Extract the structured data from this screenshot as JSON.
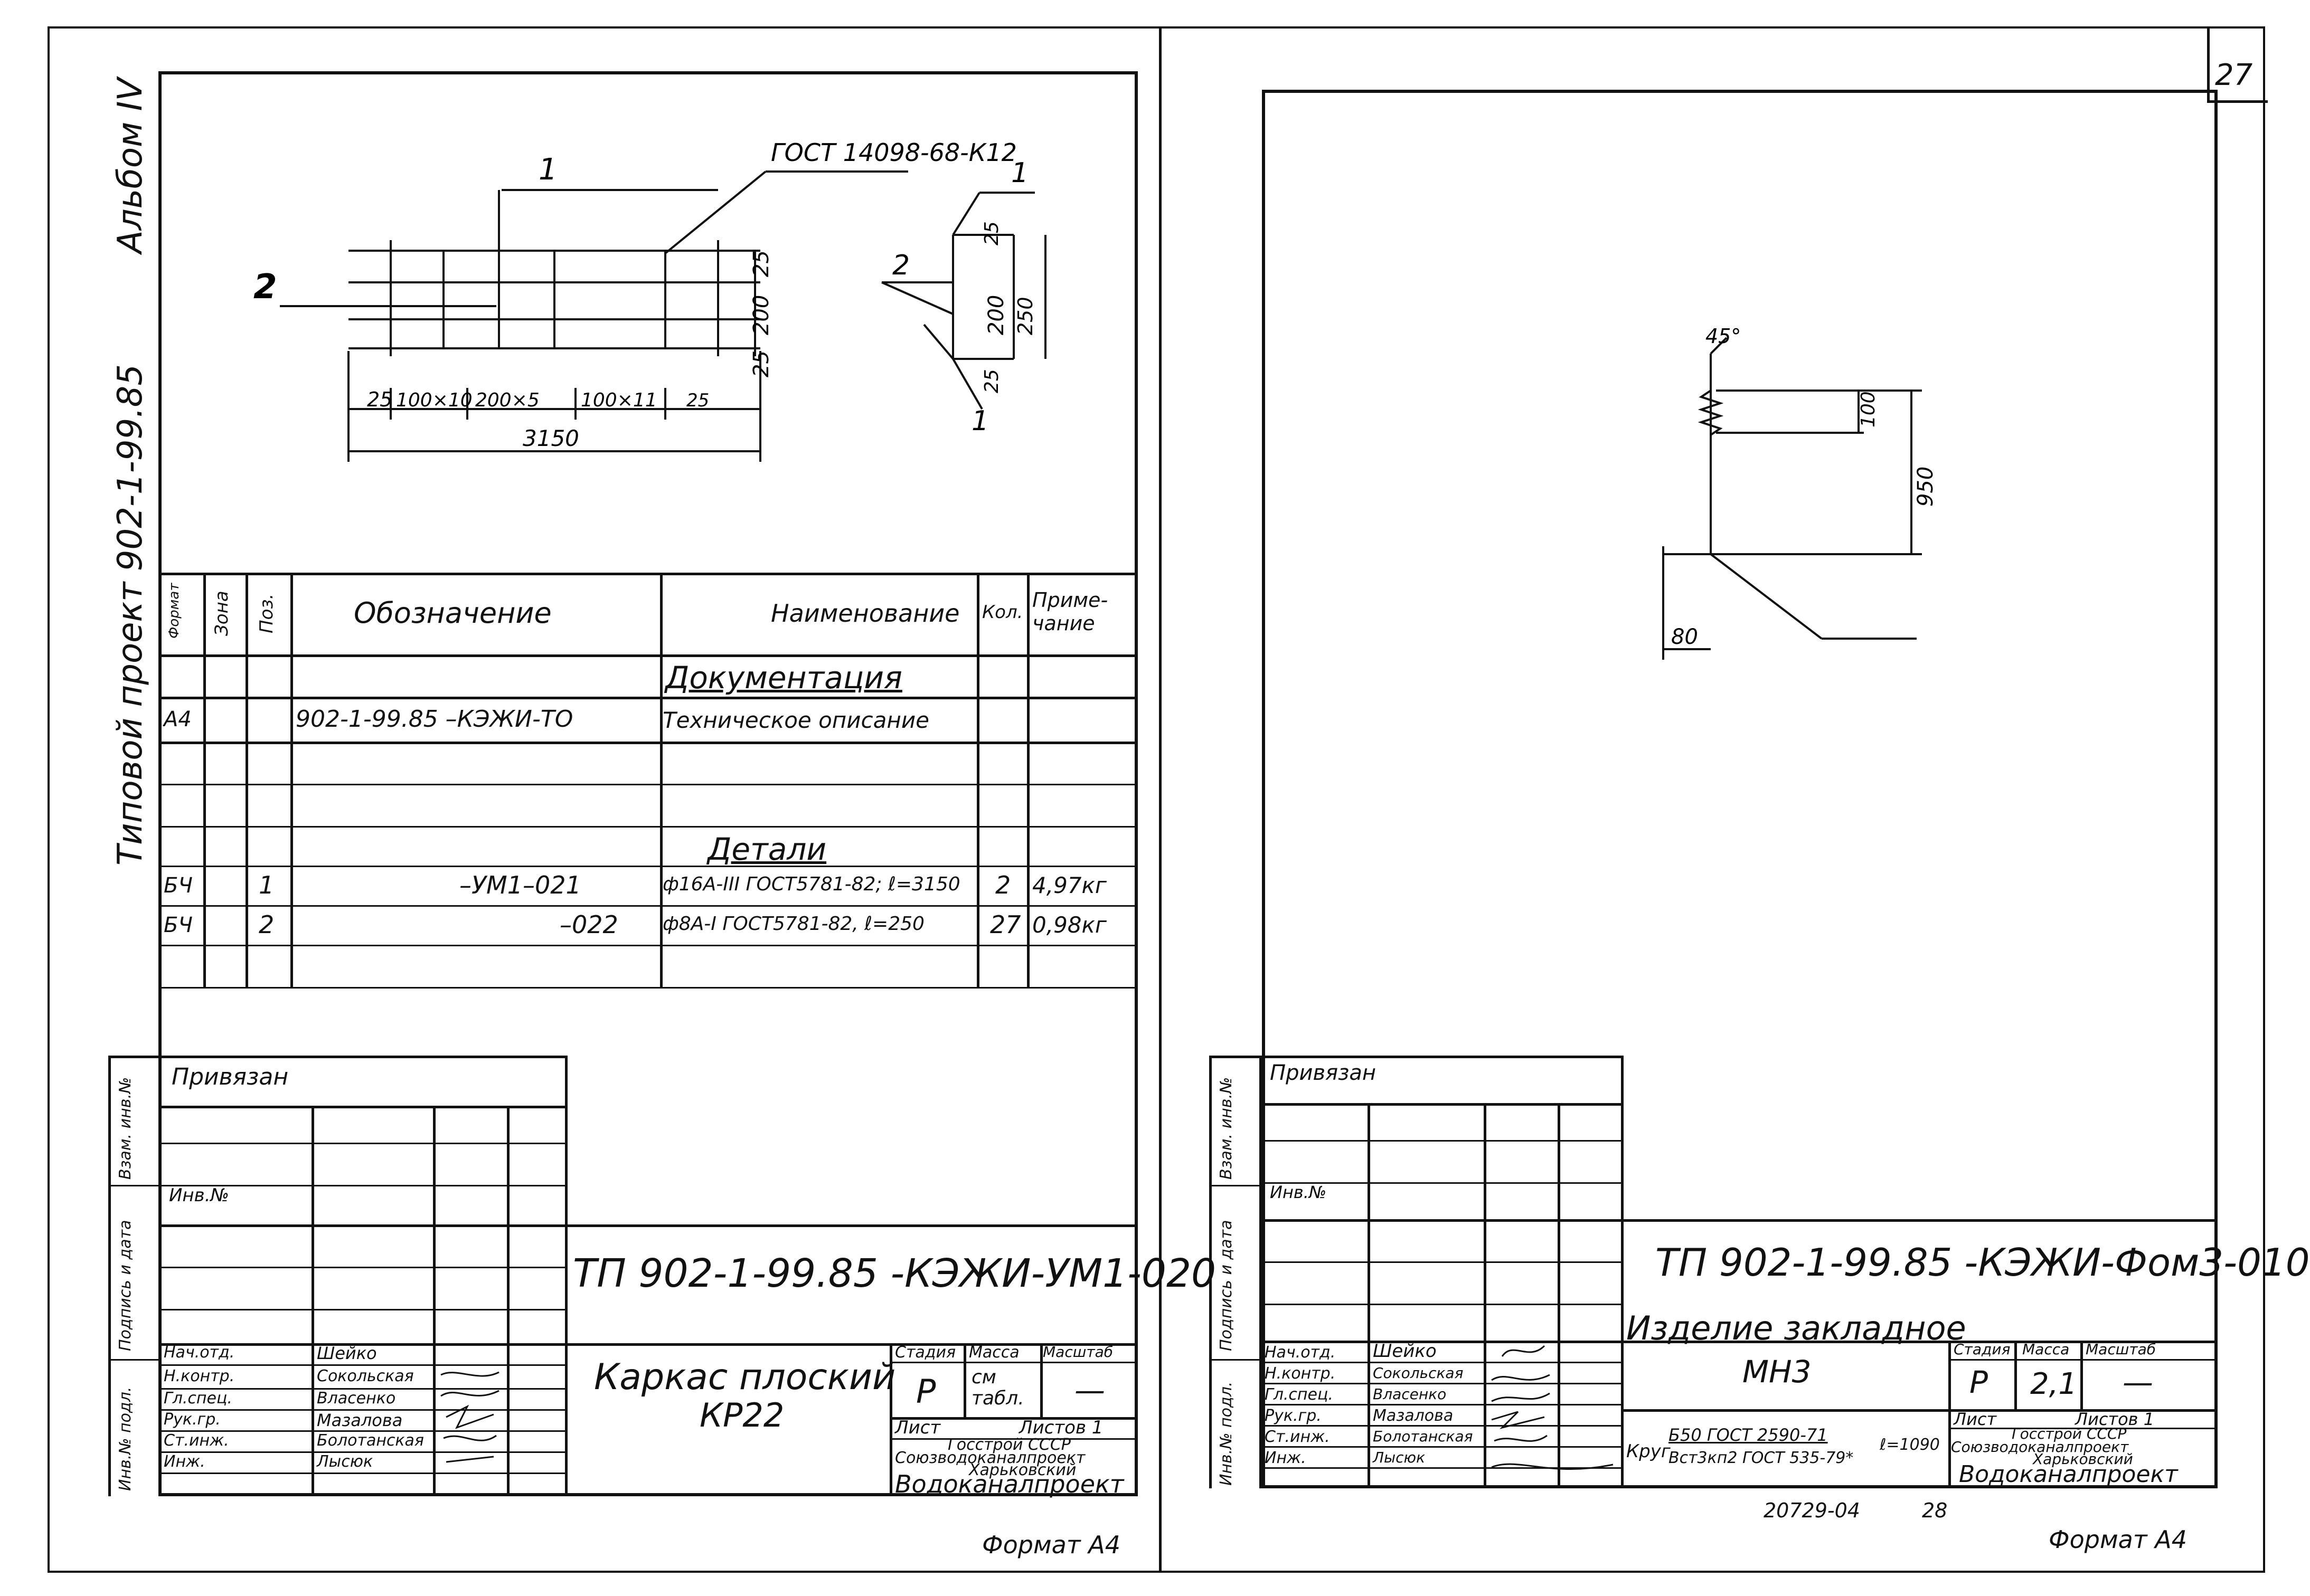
{
  "sheet_number": "27",
  "side_label": {
    "album": "Альбом IV",
    "project": "Типовой проект 902-1-99.85"
  },
  "left": {
    "drawing": {
      "gost_label": "ГОСТ 14098-68-К12",
      "pos1": "1",
      "pos2": "2",
      "dims_top": [
        "25",
        "200",
        "25"
      ],
      "dims_bottom": [
        "25",
        "100×10",
        "200×5",
        "100×11",
        "25"
      ],
      "overall": "3150",
      "section_dims": [
        "25",
        "200",
        "250",
        "25"
      ],
      "section_pos": [
        "1",
        "2",
        "1"
      ]
    },
    "spec": {
      "headers": {
        "format": "Формат",
        "zone": "Зона",
        "pos": "Поз.",
        "designation": "Обозначение",
        "name": "Наименование",
        "qty": "Кол.",
        "note": "Приме-чание"
      },
      "section_doc": "Документация",
      "doc_row": {
        "format": "А4",
        "designation": "902-1-99.85 –КЭЖИ-ТО",
        "name": "Техническое описание"
      },
      "section_parts": "Детали",
      "rows": [
        {
          "format": "БЧ",
          "pos": "1",
          "designation": "–УМ1–021",
          "name": "ф16А-III ГОСТ5781-82; ℓ=3150",
          "qty": "2",
          "note": "4,97кг"
        },
        {
          "format": "БЧ",
          "pos": "2",
          "designation": "–022",
          "name": "ф8А-I ГОСТ5781-82, ℓ=250",
          "qty": "27",
          "note": "0,98кг"
        }
      ]
    },
    "stamp": {
      "bound": "Привязан",
      "inv": "Инв.№",
      "side_cols": [
        "Взам. инв.№",
        "Подпись и дата",
        "Инв.№ подл."
      ],
      "roles": [
        "Нач.отд.",
        "Н.контр.",
        "Гл.спец.",
        "Рук.гр.",
        "Ст.инж.",
        "Инж."
      ],
      "names": [
        "Шейко",
        "Сокольская",
        "Власенко",
        "Мазалова",
        "Болотанская",
        "Лысюк"
      ],
      "code": "ТП 902-1-99.85 -КЭЖИ-УМ1-020",
      "title": "Каркас плоский",
      "subtitle": "КР22",
      "stage_h": "Стадия",
      "mass_h": "Масса",
      "scale_h": "Масштаб",
      "stage": "Р",
      "mass": "см табл.",
      "scale": "—",
      "sheet": "Лист",
      "sheets": "Листов 1",
      "org1": "Госстрой СССР",
      "org2": "Союзводоканалпроект",
      "org3": "Харьковский",
      "org4": "Водоканалпроект"
    },
    "format": "Формат А4"
  },
  "right": {
    "drawing": {
      "angle": "45°",
      "dim1": "100",
      "dim2": "950",
      "dim3": "80"
    },
    "stamp": {
      "bound": "Привязан",
      "inv": "Инв.№",
      "side_cols": [
        "Взам. инв.№",
        "Подпись и дата",
        "Инв.№ подл."
      ],
      "roles": [
        "Нач.отд.",
        "Н.контр.",
        "Гл.спец.",
        "Рук.гр.",
        "Ст.инж.",
        "Инж."
      ],
      "names": [
        "Шейко",
        "Сокольская",
        "Власенко",
        "Мазалова",
        "Болотанская",
        "Лысюк"
      ],
      "code": "ТП 902-1-99.85 -КЭЖИ-Фом3-010",
      "title": "Изделие закладное",
      "subtitle": "МН3",
      "stage_h": "Стадия",
      "mass_h": "Масса",
      "scale_h": "Масштаб",
      "stage": "Р",
      "mass": "2,1",
      "scale": "—",
      "sheet": "Лист",
      "sheets": "Листов 1",
      "material_prefix": "Круг",
      "material_top": "Б50 ГОСТ 2590-71",
      "material_bottom": "Вст3кп2 ГОСТ 535-79*",
      "material_len": "ℓ=1090",
      "org1": "Госстрой СССР",
      "org2": "Союзводоканалпроект",
      "org3": "Харьковский",
      "org4": "Водоканалпроект"
    },
    "bottom_code": "20729-04",
    "bottom_page": "28",
    "format": "Формат А4"
  }
}
